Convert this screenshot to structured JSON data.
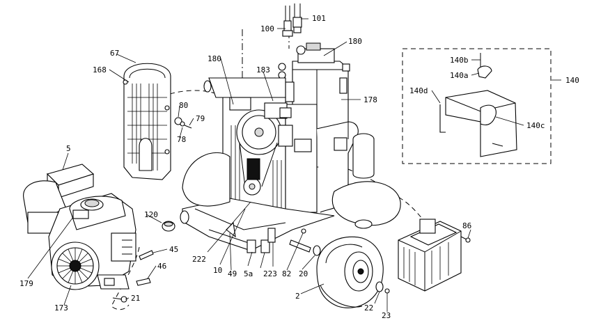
{
  "callouts": [
    {
      "id": "c100",
      "text": "100"
    },
    {
      "id": "c101",
      "text": "101"
    },
    {
      "id": "c180a",
      "text": "180"
    },
    {
      "id": "c180b",
      "text": "180"
    },
    {
      "id": "c67",
      "text": "67"
    },
    {
      "id": "c168",
      "text": "168"
    },
    {
      "id": "c183",
      "text": "183"
    },
    {
      "id": "c178",
      "text": "178"
    },
    {
      "id": "c80",
      "text": "80"
    },
    {
      "id": "c79",
      "text": "79"
    },
    {
      "id": "c78",
      "text": "78"
    },
    {
      "id": "c5",
      "text": "5"
    },
    {
      "id": "c120",
      "text": "120"
    },
    {
      "id": "c45",
      "text": "45"
    },
    {
      "id": "c46",
      "text": "46"
    },
    {
      "id": "c179",
      "text": "179"
    },
    {
      "id": "c173",
      "text": "173"
    },
    {
      "id": "c21",
      "text": "21"
    },
    {
      "id": "c222",
      "text": "222"
    },
    {
      "id": "c10",
      "text": "10"
    },
    {
      "id": "c49",
      "text": "49"
    },
    {
      "id": "c5a",
      "text": "5a"
    },
    {
      "id": "c223",
      "text": "223"
    },
    {
      "id": "c82",
      "text": "82"
    },
    {
      "id": "c20",
      "text": "20"
    },
    {
      "id": "c2",
      "text": "2"
    },
    {
      "id": "c22",
      "text": "22"
    },
    {
      "id": "c23",
      "text": "23"
    },
    {
      "id": "c86",
      "text": "86"
    },
    {
      "id": "c140",
      "text": "140"
    },
    {
      "id": "c140b",
      "text": "140b"
    },
    {
      "id": "c140a",
      "text": "140a"
    },
    {
      "id": "c140d",
      "text": "140d"
    },
    {
      "id": "c140c",
      "text": "140c"
    }
  ]
}
